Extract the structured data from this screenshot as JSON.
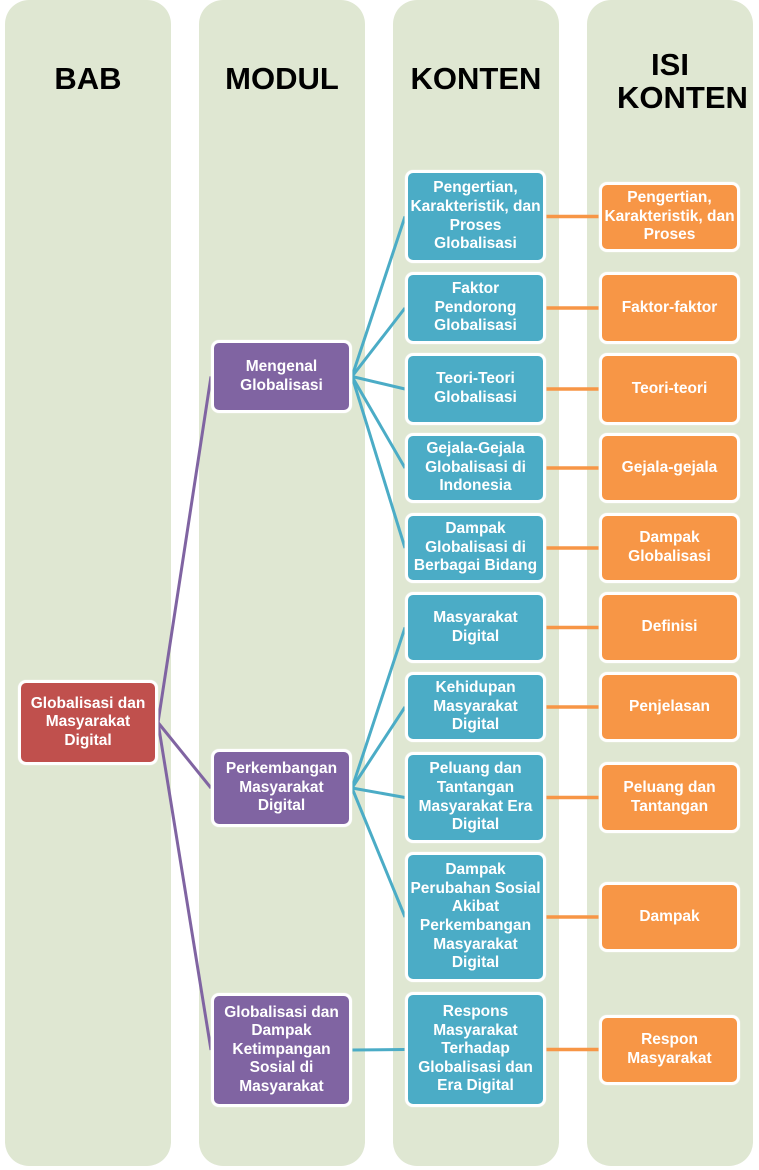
{
  "columns": [
    {
      "title": "BAB"
    },
    {
      "title": "MODUL"
    },
    {
      "title": "KONTEN"
    },
    {
      "title": "ISI KONTEN"
    }
  ],
  "colors": {
    "column_bg": "#dfe7d2",
    "bab": "#c0504d",
    "modul": "#8064a2",
    "konten": "#4bacc6",
    "isi": "#f79646"
  },
  "bab": {
    "label": "Globalisasi dan Masyarakat Digital"
  },
  "modul": [
    {
      "label": "Mengenal Globalisasi"
    },
    {
      "label": "Perkembangan Masyarakat Digital"
    },
    {
      "label": "Globalisasi dan Dampak Ketimpangan Sosial di Masyarakat"
    }
  ],
  "konten": [
    {
      "label": "Pengertian, Karakteristik, dan Proses Globalisasi",
      "modul": 0
    },
    {
      "label": "Faktor Pendorong Globalisasi",
      "modul": 0
    },
    {
      "label": "Teori-Teori Globalisasi",
      "modul": 0
    },
    {
      "label": "Gejala-Gejala Globalisasi di Indonesia",
      "modul": 0
    },
    {
      "label": "Dampak Globalisasi di Berbagai Bidang",
      "modul": 0
    },
    {
      "label": "Masyarakat Digital",
      "modul": 1
    },
    {
      "label": "Kehidupan Masyarakat Digital",
      "modul": 1
    },
    {
      "label": "Peluang dan Tantangan Masyarakat Era Digital",
      "modul": 1
    },
    {
      "label": "Dampak Perubahan Sosial Akibat Perkembangan Masyarakat Digital",
      "modul": 1
    },
    {
      "label": "Respons Masyarakat Terhadap Globalisasi dan Era Digital",
      "modul": 2
    }
  ],
  "isi": [
    {
      "label": "Pengertian, Karakteristik, dan Proses"
    },
    {
      "label": "Faktor-faktor"
    },
    {
      "label": "Teori-teori"
    },
    {
      "label": "Gejala-gejala"
    },
    {
      "label": "Dampak Globalisasi"
    },
    {
      "label": "Definisi"
    },
    {
      "label": "Penjelasan"
    },
    {
      "label": "Peluang dan Tantangan"
    },
    {
      "label": "Dampak"
    },
    {
      "label": "Respon Masyarakat"
    }
  ]
}
